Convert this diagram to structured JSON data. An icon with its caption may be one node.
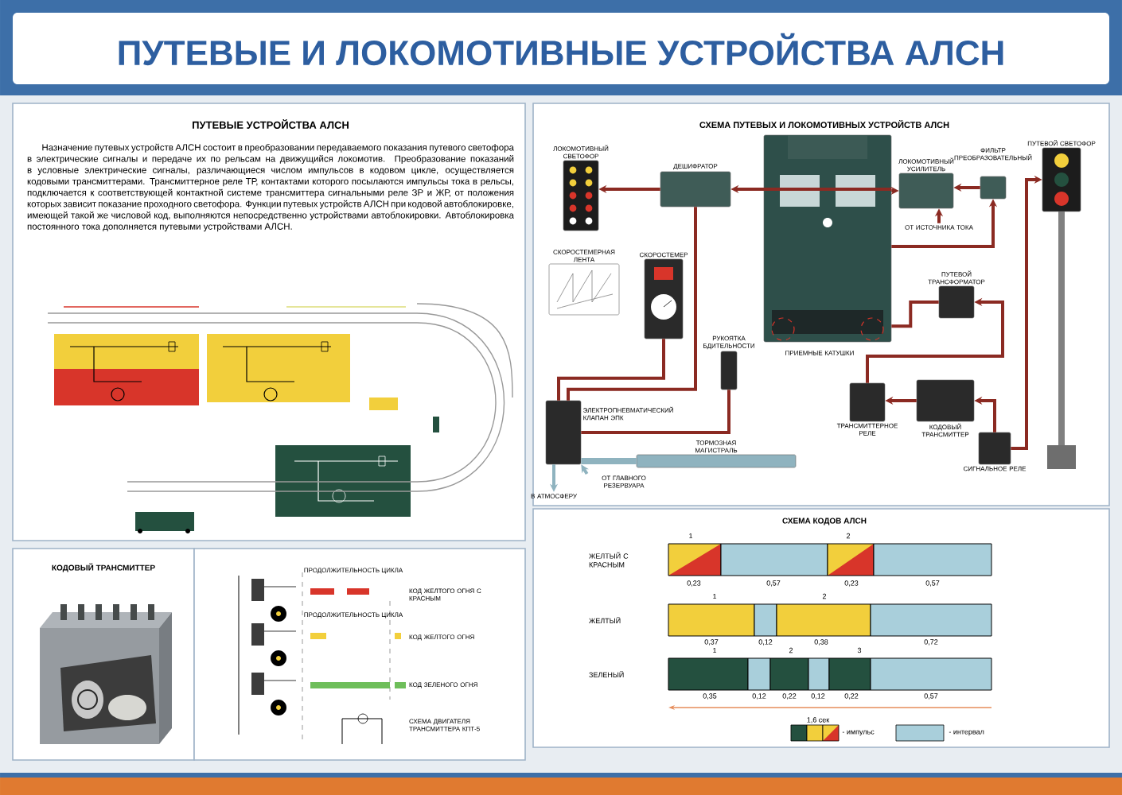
{
  "diagram": {
    "title": "ПУТЕВЫЕ И ЛОКОМОТИВНЫЕ УСТРОЙСТВА АЛСН",
    "nodes": [
      {
        "text": [
          "ЛОКОМОТИВНЫЙ СВЕТОФОР"
        ]
      },
      {
        "text": [
          "ДЕШИФРАТОР"
        ]
      },
      {
        "text": [],
        "shape": "picture"
      },
      {
        "text": [
          "ЛОКОМОТИВНЫЙ УСИЛИТЕЛЬ"
        ]
      },
      {
        "text": [
          "ФИЛЬТР ПРЕОБРАЗОВАТЕЛЬНЫЙ"
        ]
      },
      {
        "text": [
          "ОТ ИСТОЧНИКА ТОКА"
        ]
      },
      {
        "text": [
          "ПУТЕВОЙ СВЕТОФОР"
        ]
      },
      {
        "text": [
          "СКОРОСТЕМЕРНАЯ ЛЕНТА"
        ]
      },
      {
        "text": [
          "СКОРОСТЕМЕР"
        ]
      },
      {
        "text": [
          "ПУТЕВОЙ ТРАНСФОРМАТОР"
        ]
      },
      {
        "text": [
          "РУКОЯТКА БДИТЕЛЬНОСТИ"
        ]
      },
      {
        "text": [
          "ЭЛЕКТРОПНЕВМАТИЧЕСКИЙ КЛАПАН ЭПК"
        ]
      },
      {
        "text": [
          "ТОРМОЗНАЯ МАГИСТРАЛЬ"
        ]
      },
      {
        "text": [
          "ТРАНСМИТТЕРНОЕ РЕЛЕ"
        ]
      },
      {
        "text": [
          "КОДОВЫЙ ТРАНСМИТТЕР"
        ]
      },
      {
        "text": [
          "СИГНАЛЬНОЕ РЕЛЕ"
        ]
      },
      {
        "text": [
          "В АТМОСФЕРУ"
        ]
      },
      {
        "text": [
          "ОТ ГЛАВНОГО РЕЗЕРВУАРА"
        ]
      }
    ],
    "edges": [
      {
        "from": 1,
        "to": 0,
        "arrow": "to"
      },
      {
        "from": 2,
        "to": 1,
        "arrow": "to"
      },
      {
        "from": 2,
        "to": 3,
        "arrow": "to"
      },
      {
        "from": 4,
        "to": 3,
        "arrow": "to"
      },
      {
        "from": 5,
        "to": 3,
        "arrow": "to"
      },
      {
        "from": 2,
        "to": 4,
        "arrow": "to"
      },
      {
        "from": 9,
        "to": 2,
        "arrow": "none"
      },
      {
        "from": 13,
        "to": 9,
        "arrow": "to"
      },
      {
        "from": 14,
        "to": 13,
        "arrow": "to"
      },
      {
        "from": 15,
        "to": 14,
        "arrow": "to"
      },
      {
        "from": 15,
        "to": 6,
        "arrow": "to"
      },
      {
        "from": 1,
        "to": 11,
        "arrow": "none"
      },
      {
        "from": 8,
        "to": 11,
        "arrow": "none"
      },
      {
        "from": 10,
        "to": 11,
        "arrow": "none"
      },
      {
        "from": 11,
        "to": 12,
        "arrow": "none",
        "style": "thick",
        "color": "#8fb3bf"
      },
      {
        "from": 11,
        "to": 16,
        "arrow": "to",
        "color": "#8fb3bf"
      },
      {
        "from": 17,
        "to": 11,
        "arrow": "to",
        "color": "#8fb3bf"
      }
    ],
    "labels": [
      "ПУТЕВЫЕ УСТРОЙСТВА АЛСН",
      "Назначение путевых устройств АЛСН состоит в преобразовании передаваемого показания путевого светофора в электрические сигналы и передаче их по рельсам на движущийся локомотив. Преобразование показаний в условные электрические сигналы, различающиеся числом импульсов в кодовом цикле, осуществляется кодовыми трансмиттерами. Трансмиттерное реле ТР, контактами которого посылаются импульсы тока в рельсы, подключается к соответствующей контактной системе трансмиттера сигнальными реле ЗР и ЖР, от положения которых зависит показание проходного светофора. Функции путевых устройств АЛСН при кодовой автоблокировке, имеющей такой же числовой код, выполняются непосредственно устройствами автоблокировки. Автоблокировка постоянного тока дополняется путевыми устройствами АЛСН.",
      "КОДОВЫЙ ТРАНСМИТТЕР",
      "ПРОДОЛЖИТЕЛЬНОСТЬ ЦИКЛА",
      "КОД ЖЕЛТОГО ОГНЯ С КРАСНЫМ",
      "ПРОДОЛЖИТЕЛЬНОСТЬ ЦИКЛА",
      "КОД ЖЕЛТОГО ОГНЯ",
      "КОД ЗЕЛЕНОГО ОГНЯ",
      "СХЕМА ДВИГАТЕЛЯ ТРАНСМИТТЕРА КПТ-5",
      "СХЕМА ПУТЕВЫХ И ЛОКОМОТИВНЫХ УСТРОЙСТВ АЛСН",
      "ПРИЕМНЫЕ КАТУШКИ",
      "СХЕМА КОДОВ АЛСН",
      "ЖЕЛТЫЙ С КРАСНЫМ",
      "1",
      "2",
      "0,23",
      "0,57",
      "0,23",
      "0,57",
      "ЖЕЛТЫЙ",
      "1",
      "2",
      "0,37",
      "0,12",
      "0,38",
      "0,72",
      "ЗЕЛЕНЫЙ",
      "1",
      "2",
      "3",
      "0,35",
      "0,12",
      "0,22",
      "0,12",
      "0,22",
      "0,57",
      "1,6 сек"
    ],
    "legend": [
      {
        "text": "- импульс"
      },
      {
        "text": "- интервал",
        "color": "#a9cfdb"
      }
    ]
  }
}
